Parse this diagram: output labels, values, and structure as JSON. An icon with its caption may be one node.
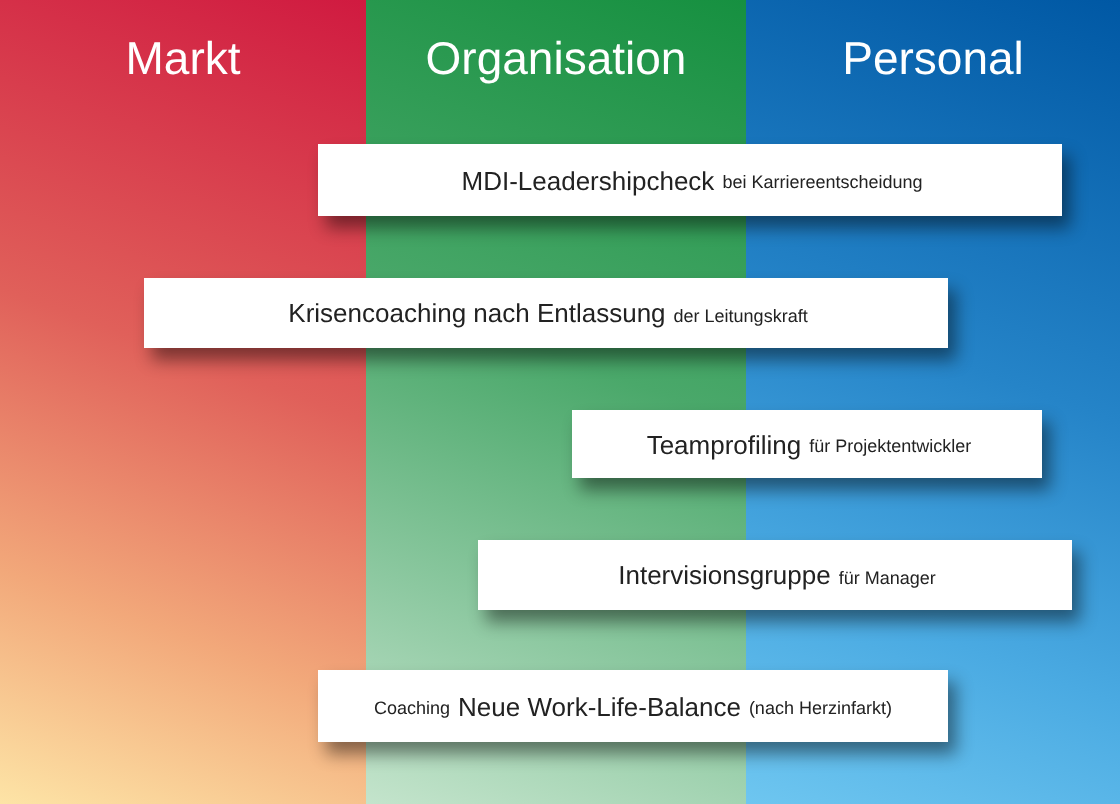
{
  "diagram": {
    "nodes": [
      {
        "text": [
          "Markt"
        ]
      },
      {
        "text": [
          "Organisation"
        ]
      },
      {
        "text": [
          "Personal"
        ]
      },
      {
        "text": [
          "MDI-Leadershipcheck",
          "bei Karriereentscheidung"
        ]
      },
      {
        "text": [
          "Krisencoaching nach Entlassung",
          "der Leitungskraft"
        ]
      },
      {
        "text": [
          "Teamprofiling",
          "für Projektentwickler"
        ]
      },
      {
        "text": [
          "Intervisionsgruppe",
          "für Manager"
        ]
      },
      {
        "text": [
          "Coaching",
          "Neue Work-Life-Balance",
          "(nach Herzinfarkt)"
        ]
      }
    ]
  }
}
